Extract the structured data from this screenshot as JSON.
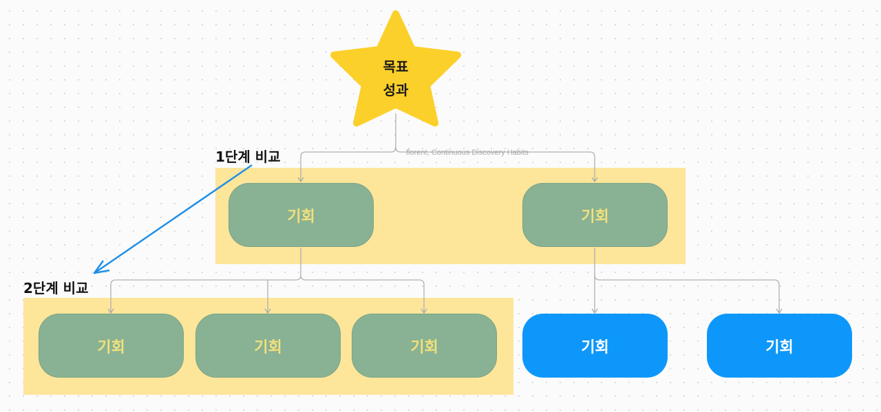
{
  "goal": {
    "line1": "목표",
    "line2": "성과"
  },
  "edge_note": "florent, Continuous Discovery Habits",
  "level1": {
    "label": "1단계 비교",
    "nodes": [
      {
        "text": "기회"
      },
      {
        "text": "기회"
      }
    ]
  },
  "level2": {
    "label": "2단계 비교",
    "nodes": [
      {
        "text": "기회"
      },
      {
        "text": "기회"
      },
      {
        "text": "기회"
      },
      {
        "text": "기회"
      },
      {
        "text": "기회"
      }
    ]
  },
  "colors": {
    "highlight": "#fde59a",
    "green_node": "#88b293",
    "green_text": "#f3e07d",
    "blue_node": "#0e97fa",
    "star": "#fcd02a",
    "arrow": "#1f8fe8"
  }
}
